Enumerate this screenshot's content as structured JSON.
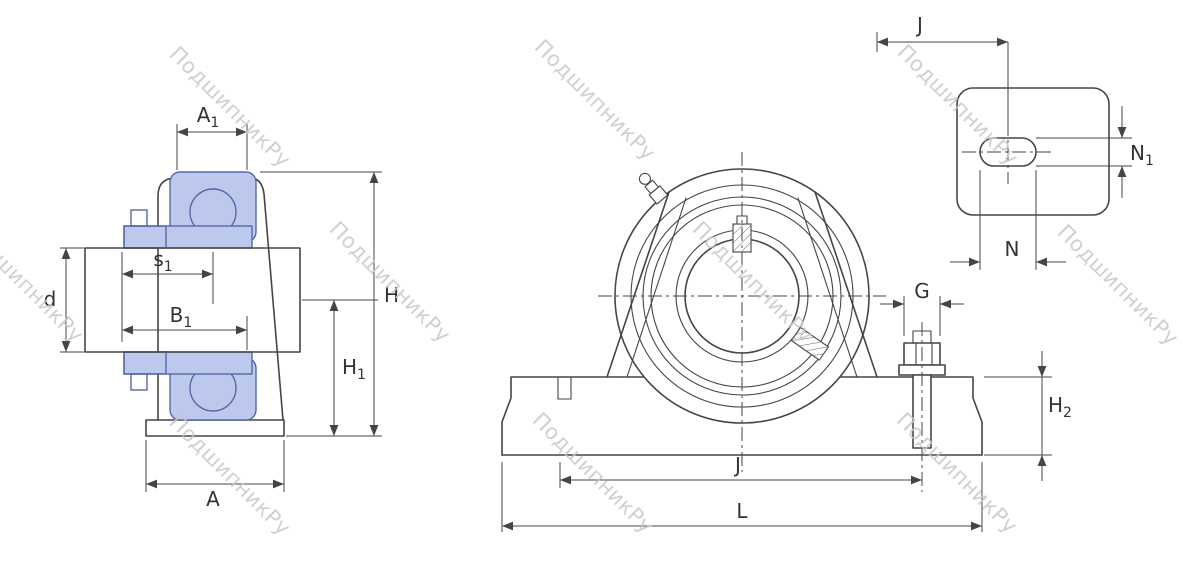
{
  "watermark": {
    "text": "ПодшипникРу"
  },
  "dims": {
    "a1": {
      "base": "A",
      "sub": "1"
    },
    "s1": {
      "base": "s",
      "sub": "1"
    },
    "d": {
      "base": "d",
      "sub": ""
    },
    "b1": {
      "base": "B",
      "sub": "1"
    },
    "a": {
      "base": "A",
      "sub": ""
    },
    "h": {
      "base": "H",
      "sub": ""
    },
    "h1": {
      "base": "H",
      "sub": "1"
    },
    "j": {
      "base": "J",
      "sub": ""
    },
    "l": {
      "base": "L",
      "sub": ""
    },
    "g": {
      "base": "G",
      "sub": ""
    },
    "h2": {
      "base": "H",
      "sub": "2"
    },
    "j_top": {
      "base": "J",
      "sub": ""
    },
    "n": {
      "base": "N",
      "sub": ""
    },
    "n1": {
      "base": "N",
      "sub": "1"
    }
  },
  "colors": {
    "line": "#454545",
    "dim": "#454545",
    "bearing_fill": "#bdc9ec",
    "bearing_line": "#5668a8",
    "shaft_fill": "#f0f0f0",
    "bore_fill": "#d9d9d9",
    "watermark": "#c8c8c8",
    "bg": "#ffffff"
  }
}
